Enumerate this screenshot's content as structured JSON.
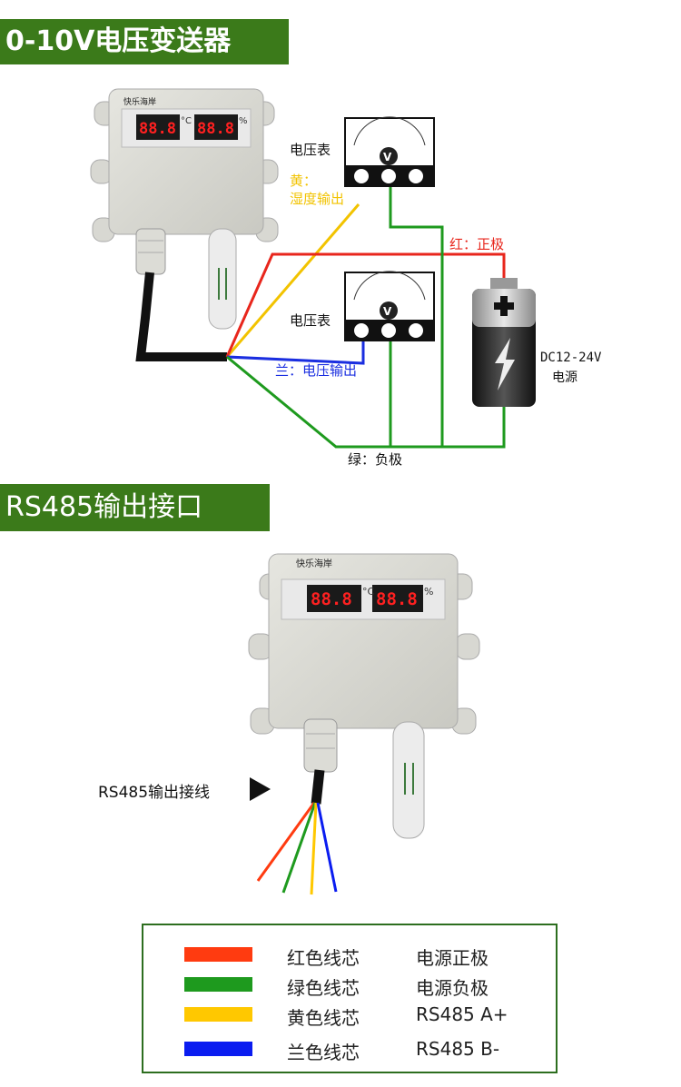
{
  "section1": {
    "title": "0-10V电压变送器",
    "brand": "快乐海岸",
    "display_temp": "88.8",
    "temp_unit": "°C",
    "display_hum": "88.8",
    "hum_unit": "%",
    "meter_label_top": "电压表",
    "meter_label_bottom": "电压表",
    "meter_symbol": "V",
    "yellow_label_1": "黄：",
    "yellow_label_2": "湿度输出",
    "red_label": "红：正极",
    "blue_label": "兰：电压输出",
    "green_label": "绿：负极",
    "power_label_1": "DC12-24V",
    "power_label_2": "电源",
    "colors": {
      "red": "#e8261c",
      "yellow": "#f2c300",
      "blue": "#1a2ee0",
      "green": "#1e9a1e"
    }
  },
  "section2": {
    "title": "RS485输出接口",
    "brand": "快乐海岸",
    "display_temp": "88.8",
    "temp_unit": "°C",
    "display_hum": "88.8",
    "hum_unit": "%",
    "wiring_label": "RS485输出接线"
  },
  "legend": {
    "rows": [
      {
        "color": "#ff3b10",
        "name": "红色线芯",
        "function": "电源正极"
      },
      {
        "color": "#1e9a1e",
        "name": "绿色线芯",
        "function": "电源负极"
      },
      {
        "color": "#ffc800",
        "name": "黄色线芯",
        "function": "RS485 A+"
      },
      {
        "color": "#0a1cf0",
        "name": "兰色线芯",
        "function": "RS485 B-"
      }
    ]
  }
}
